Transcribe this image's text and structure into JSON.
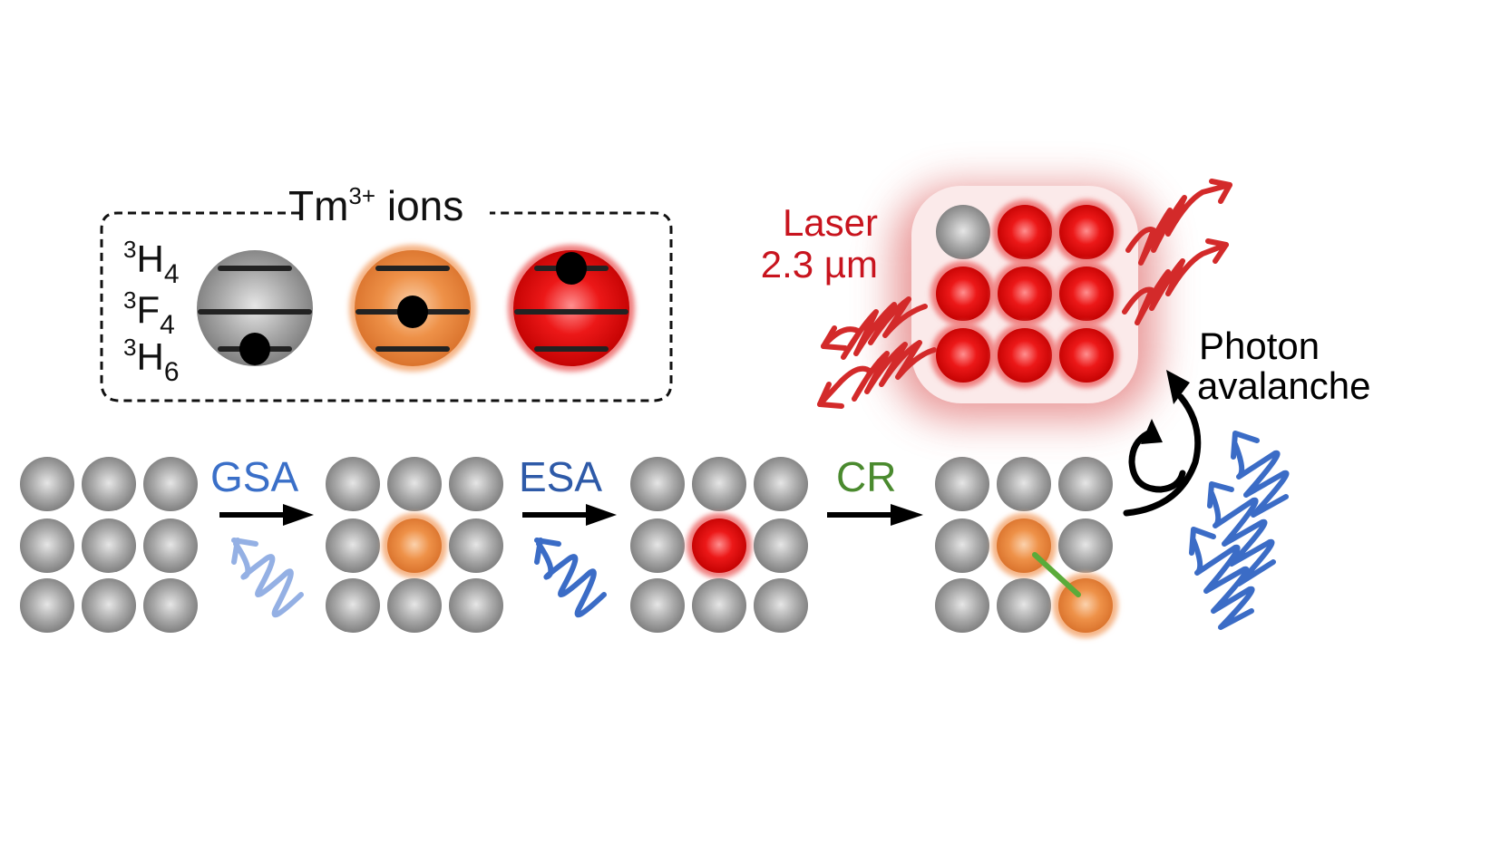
{
  "legend": {
    "title": "Tm",
    "title_sup": "3+",
    "title_suffix": " ions",
    "levels": [
      {
        "pre": "3",
        "main": "H",
        "sub": "4"
      },
      {
        "pre": "3",
        "main": "F",
        "sub": "4"
      },
      {
        "pre": "3",
        "main": "H",
        "sub": "6"
      }
    ],
    "ions": [
      {
        "state": "ground",
        "electron_level": 2,
        "color": "#9a9a9a"
      },
      {
        "state": "intermediate",
        "electron_level": 1,
        "color": "#e8833a"
      },
      {
        "state": "excited",
        "electron_level": 0,
        "color": "#dd1111"
      }
    ]
  },
  "steps": [
    {
      "label": "GSA",
      "color": "#3a6fc8",
      "photon_color": "#8fb0e4"
    },
    {
      "label": "ESA",
      "color": "#2e5aa8",
      "photon_color": "#3b6cc6"
    },
    {
      "label": "CR",
      "color": "#4a8a2e"
    }
  ],
  "lattices": [
    {
      "cells": [
        "g",
        "g",
        "g",
        "g",
        "g",
        "g",
        "g",
        "g",
        "g"
      ]
    },
    {
      "cells": [
        "g",
        "g",
        "g",
        "g",
        "o",
        "g",
        "g",
        "g",
        "g"
      ]
    },
    {
      "cells": [
        "g",
        "g",
        "g",
        "g",
        "r",
        "g",
        "g",
        "g",
        "g"
      ]
    },
    {
      "cells": [
        "g",
        "g",
        "g",
        "g",
        "o",
        "g",
        "g",
        "g",
        "o"
      ],
      "link": [
        4,
        8
      ]
    }
  ],
  "laser": {
    "line1": "Laser",
    "line2": "2.3 µm",
    "color": "#c8141e",
    "cells": [
      "g",
      "r",
      "r",
      "r",
      "r",
      "r",
      "r",
      "r",
      "r"
    ]
  },
  "avalanche": {
    "line1": "Photon",
    "line2": "avalanche"
  },
  "colors": {
    "gray": "#9b9b9b",
    "orange": "#e8833a",
    "red": "#dd1010",
    "green_link": "#5aab3a",
    "blue_photon": "#3b6cc6",
    "red_photon": "#d32a2a"
  }
}
